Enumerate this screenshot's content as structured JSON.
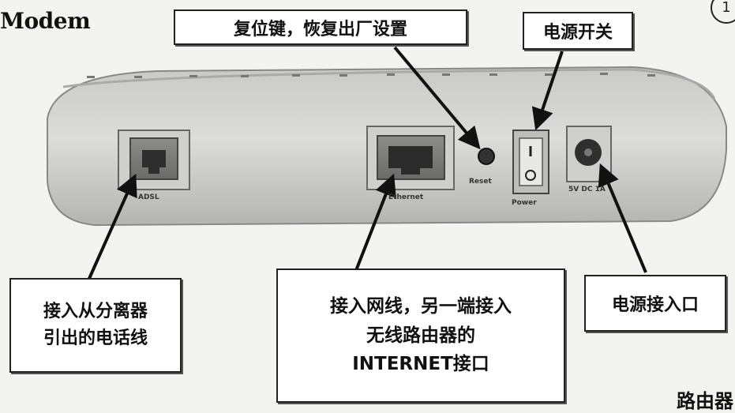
{
  "title": "Modem",
  "corner_number": "1",
  "callouts": {
    "reset": "复位键，恢复出厂设置",
    "power_switch": "电源开关",
    "adsl": "接入从分离器\n引出的电话线",
    "ethernet": "接入网线，另一端接入\n无线路由器的\nINTERNET接口",
    "power_port": "电源接入口"
  },
  "port_labels": {
    "adsl": "ADSL",
    "ethernet": "Ethernet",
    "reset": "Reset",
    "power": "Power",
    "dc_in": "5V DC 1A"
  },
  "bottom_text": "路由器"
}
